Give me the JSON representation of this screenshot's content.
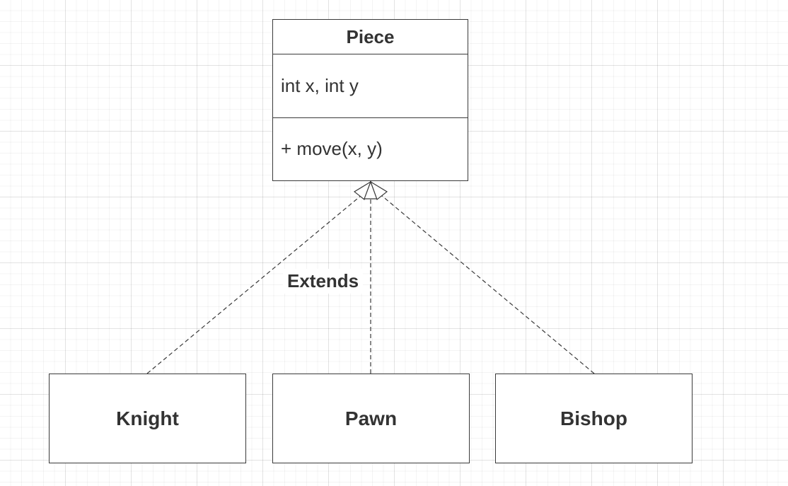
{
  "superclass": {
    "name": "Piece",
    "attributes": "int x, int y",
    "methods": "+ move(x, y)"
  },
  "subclasses": [
    {
      "name": "Knight"
    },
    {
      "name": "Pawn"
    },
    {
      "name": "Bishop"
    }
  ],
  "relationship_label": "Extends",
  "colors": {
    "line": "#333333",
    "text": "#333333",
    "background": "#ffffff",
    "grid": "#e6e6e6"
  }
}
